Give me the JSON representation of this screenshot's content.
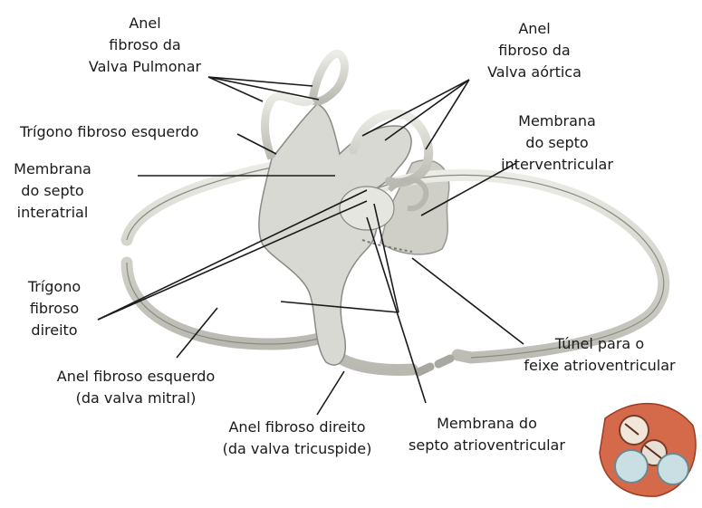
{
  "labels": {
    "pulmonary_ring": [
      "Anel",
      "fibroso da",
      "Valva Pulmonar"
    ],
    "aortic_ring": [
      "Anel",
      "fibroso da",
      "Valva aórtica"
    ],
    "left_trigone": "Trígono fibroso esquerdo",
    "interventricular_membrane": [
      "Membrana",
      "do septo",
      "interventricular"
    ],
    "interatrial_membrane": [
      "Membrana",
      "do septo",
      "interatrial"
    ],
    "right_trigone": [
      "Trígono",
      "fibroso",
      "direito"
    ],
    "tunnel": [
      "Túnel para o",
      "feixe atrioventricular"
    ],
    "left_ring": [
      "Anel fibroso esquerdo",
      "(da valva mitral)"
    ],
    "right_ring": [
      "Anel fibroso direito",
      "(da valva tricuspide)"
    ],
    "atrioventricular_membrane": [
      "Membrana do",
      "septo atrioventricular"
    ]
  },
  "colors": {
    "structure_fill": "#d9d9d3",
    "structure_shade": "#b8b8b0",
    "outline": "#8a8a84",
    "leader_line": "#1a1a1a"
  }
}
